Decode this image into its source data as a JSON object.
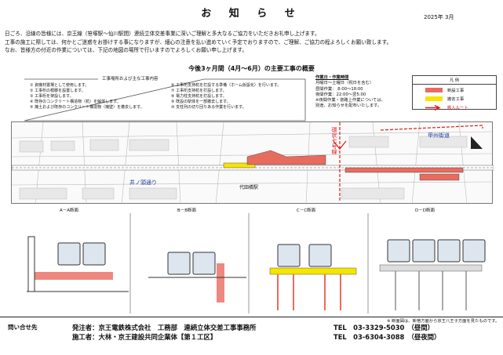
{
  "header": {
    "title": "お 知 ら せ",
    "date": "2025年 3月"
  },
  "intro": {
    "line1": "日ごろ、沿線の皆様には、京王線（笹塚駅～仙川駅間）連続立体交差事業に深いご理解と多大なるご協力をいただきお礼申し上げます。",
    "line2": "工事の施工に際しては、何かとご迷惑をお掛けする事になりますが、細心の注意を払い進めていく予定でおりますので、ご理解、ご協力の程よろしくお願い致します。",
    "line3": "なお、皆様方の付近の作業については、下記の地図の場所で行いますのでよろしくお願い申し上げます。"
  },
  "summary": "今後3ヶ月間（4月～6月）の主要工事の概要",
  "work": {
    "title": "工事場所および主な工事内容",
    "left": [
      "① 資機材置場として使用します。",
      "② 工事桁の根脚を設置します。",
      "③ 工事桁を架設します。",
      "④ 既存のコンクリート構造物（杭）を解体します。",
      "⑤ 擁土および既存のコンクリート構造物（擁壁）を撤去します。"
    ],
    "right": [
      "⑥ 工事桁支持杭を打設する準備（ホーム仮設化）を行います。",
      "⑦ 工事桁支持杭を打設します。",
      "⑧ 電力柱支持杭を打設します。",
      "⑨ 既設の駅体を一部撤去します。",
      "⑩ 支柱列の切り回りある作業を行います。"
    ]
  },
  "hours": {
    "heading": "作業日・作業時間",
    "days": "月曜日～土曜日（祝日を含む）",
    "day": "昼間作業：  8:00～18:00",
    "night": "夜間作業：22:00～翌5:00",
    "note1": "※夜間作業・道路上作業については、",
    "note2": "別途、お知らせを配布いたします。"
  },
  "legend": {
    "title": "凡 例",
    "items": [
      "新設工事",
      "撤去工事",
      "搬入ルート"
    ],
    "colors": [
      "#e86c5e",
      "#f5e500",
      "#e01a1a"
    ]
  },
  "map": {
    "labels": [
      "甲州街道",
      "井ノ頭通り",
      "代田橋駅",
      "環状七号線"
    ]
  },
  "sections": [
    "A－A断面",
    "B－B断面",
    "C－C断面",
    "D－D断面"
  ],
  "note": "※ 断面図は、新宿方面から京王八王子方面を見たものです。",
  "contact": {
    "label": "問い合せ先",
    "line1": "発注者：京王電鉄株式会社　工務部　連続立体交差工事事務所",
    "line2": "施工者：大林・京王建設共同企業体【第１工区】",
    "tel1": "TEL　03-3329-5030　（昼間）",
    "tel2": "TEL　03-6304-3088　（昼夜間）"
  }
}
